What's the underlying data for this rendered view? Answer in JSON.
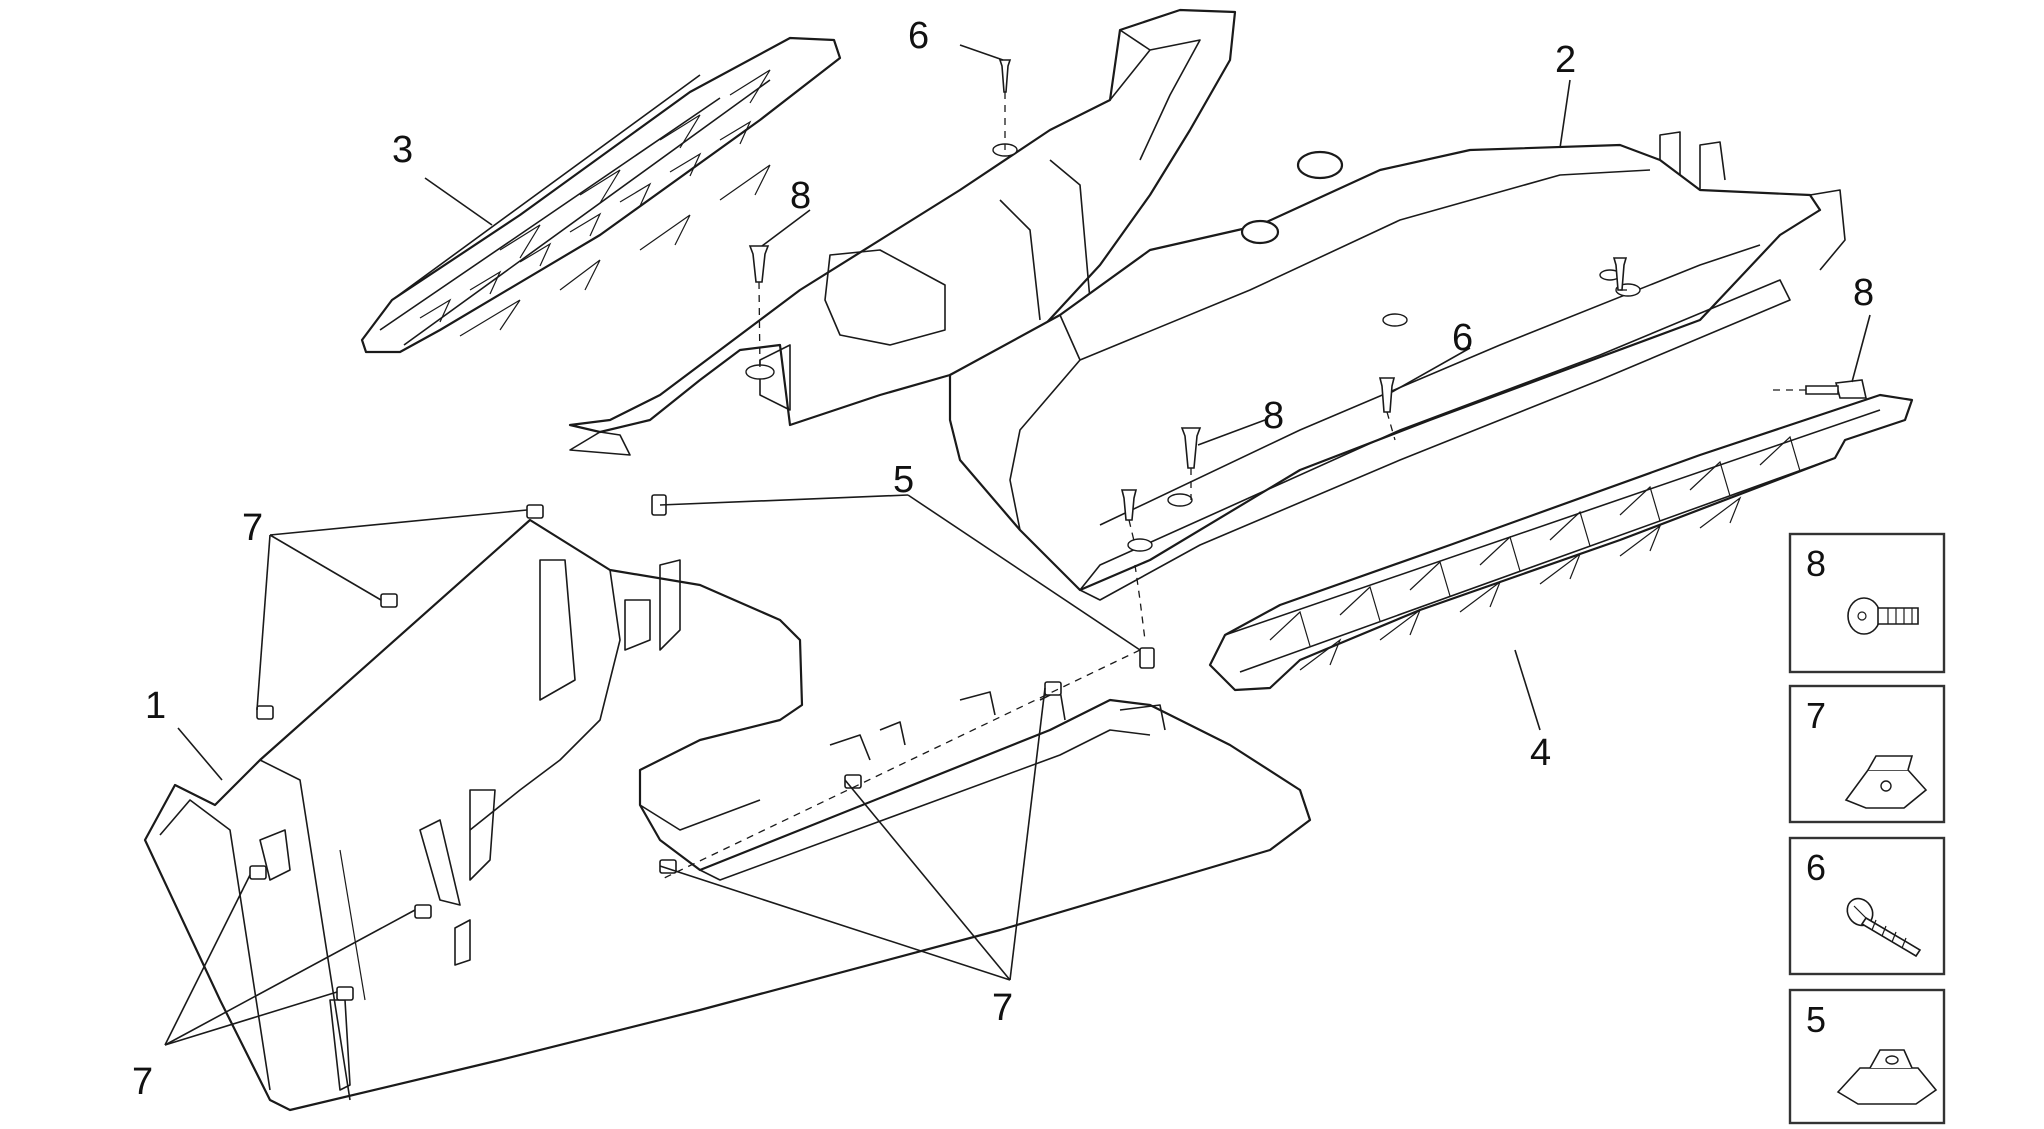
{
  "callouts": {
    "part_1": "1",
    "part_2": "2",
    "part_3": "3",
    "part_4": "4",
    "part_5": "5",
    "part_6_top": "6",
    "part_6_mid": "6",
    "part_7_top": "7",
    "part_7_left": "7",
    "part_7_bottom": "7",
    "part_8_upper": "8",
    "part_8_mid": "8",
    "part_8_right": "8"
  },
  "legend": {
    "items": [
      {
        "number": "8",
        "part": "flanged-screw-icon"
      },
      {
        "number": "7",
        "part": "clip-nut-icon"
      },
      {
        "number": "6",
        "part": "self-tapping-screw-icon"
      },
      {
        "number": "5",
        "part": "spring-clip-icon"
      }
    ]
  },
  "colors": {
    "line": "#1a1a1a",
    "background": "#ffffff",
    "legend_border": "#333333"
  }
}
